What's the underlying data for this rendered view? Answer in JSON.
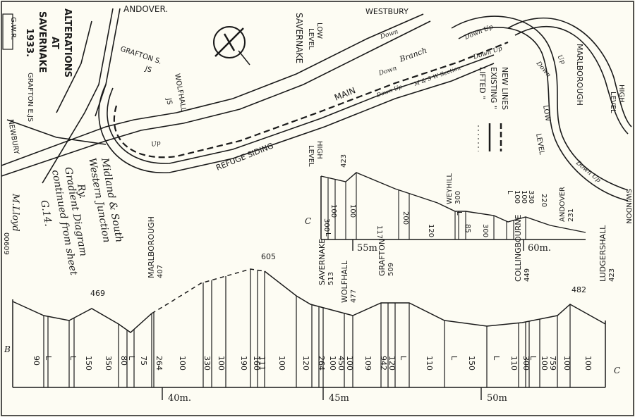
{
  "map": {
    "title": [
      "ALTERATIONS",
      "AT",
      "SAVERNAKE",
      "1933."
    ],
    "stamp": "G.W.R.",
    "labels": {
      "andover": "ANDOVER.",
      "westbury": "WESTBURY",
      "savernake": "SAVERNAKE",
      "low_level_top": [
        "LOW",
        "LEVEL"
      ],
      "grafton_s": [
        "GRAFTON S.",
        "JS"
      ],
      "wolfhall": [
        "WOLFHALL",
        "JS"
      ],
      "grafton_e": "GRAFTON E.JS",
      "newbury": "NEWBURY",
      "main": "MAIN",
      "branch": "Branch",
      "refuge_siding": "REFUGE SIDING",
      "high_level_mid": [
        "HIGH",
        "LEVEL"
      ],
      "marlborough": "MARLBOROUGH",
      "high_level_right": [
        "HIGH",
        "LEVEL"
      ],
      "low_level_right": [
        "LOW",
        "LEVEL"
      ],
      "swindon": "SWINDON"
    },
    "direction_labels": {
      "down_top": "Down",
      "down_branch": "Down",
      "down_up_right": "Down Up",
      "down_up_section": "Down Up",
      "mswr_section": "M & S W Section",
      "up_left": "Up",
      "up_right": "Up",
      "down_right": "Down",
      "down_up_bottom": "Down Up",
      "down_up_mid": "Down Up"
    },
    "legend": [
      "NEW LINES",
      "EXISTING \"",
      "LIFTED \""
    ],
    "compass": "N"
  },
  "note": {
    "lines": [
      "Midland & South",
      "Western Junction",
      "Ry.",
      "Gradient Diagram",
      "continued from sheet",
      "G.14."
    ],
    "signature": "M.Lloyd",
    "date": "00609"
  },
  "chart_data": [
    {
      "type": "line",
      "name_note": "Gradient diagram (lower profile)",
      "stations": [
        {
          "label": "469",
          "height": ""
        },
        {
          "label": "MARLBOROUGH",
          "height": "407"
        },
        {
          "label": "605",
          "height": ""
        },
        {
          "label": "SAVERNAKE",
          "height": "513"
        },
        {
          "label": "WOLFHALL",
          "height": "477"
        },
        {
          "label": "GRAFTON",
          "height": "509"
        },
        {
          "label": "COLLINGBOURNE",
          "height": "449"
        },
        {
          "label": "482",
          "height": ""
        },
        {
          "label": "LUDGERSHALL",
          "height": "423"
        }
      ],
      "gradients": [
        "90",
        "L",
        "L",
        "150",
        "350",
        "80",
        "L",
        "75",
        "264",
        "100",
        "330",
        "100",
        "190",
        "160",
        "111",
        "100",
        "120",
        "264",
        "100",
        "450",
        "100",
        "109",
        "942",
        "120",
        "L",
        "110",
        "L",
        "150",
        "L",
        "110",
        "300",
        "L",
        "100",
        "759",
        "100",
        "100"
      ],
      "mileposts": [
        "40m.",
        "45m",
        "50m"
      ],
      "end_labels": [
        "B",
        "C"
      ]
    },
    {
      "type": "line",
      "name_note": "Gradient diagram (upper profile)",
      "stations": [
        {
          "label": "423",
          "height": ""
        },
        {
          "label": "WEYHILL",
          "height": "300"
        },
        {
          "label": "ANDOVER",
          "height": "231"
        }
      ],
      "gradients": [
        "100",
        "300",
        "L",
        "100",
        "117",
        "200",
        "120",
        "L",
        "85",
        "300",
        "L",
        "100",
        "100",
        "330",
        "220"
      ],
      "mileposts": [
        "55m",
        "60m."
      ],
      "end_labels": [
        "C"
      ]
    }
  ]
}
